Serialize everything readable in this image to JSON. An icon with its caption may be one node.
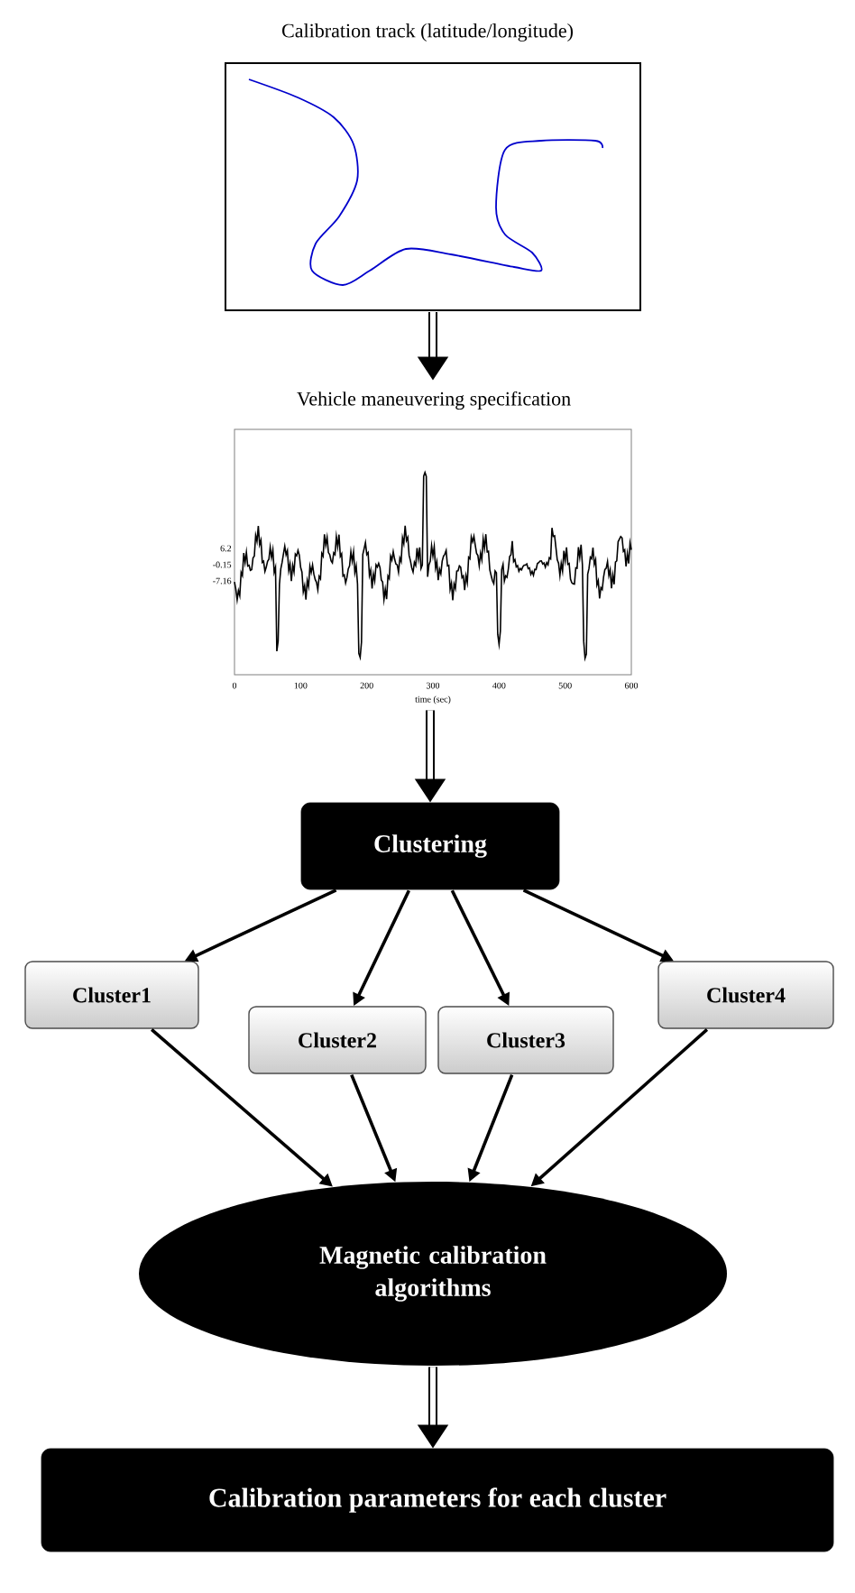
{
  "diagram": {
    "nodes": [
      {
        "text": [
          "Calibration track (latitude/longitude)"
        ]
      },
      {
        "text": [
          "Vehicle maneuvering specification"
        ],
        "beside": [
          "6.2",
          "-0.15",
          "-7.16",
          "0",
          "100",
          "200",
          "300",
          "400",
          "500",
          "600",
          "time (sec)"
        ]
      },
      {
        "text": [
          "Clustering"
        ]
      },
      {
        "text": [
          "Cluster1"
        ]
      },
      {
        "text": [
          "Cluster2"
        ]
      },
      {
        "text": [
          "Cluster3"
        ]
      },
      {
        "text": [
          "Cluster4"
        ]
      },
      {
        "text": [
          "Magnetic calibration algorithms"
        ]
      },
      {
        "text": [
          "Calibration parameters for each cluster"
        ]
      }
    ],
    "edges": [
      {
        "from": 0,
        "to": 1,
        "arrow": "to",
        "style": "thick"
      },
      {
        "from": 1,
        "to": 2,
        "arrow": "to",
        "style": "thick"
      },
      {
        "from": 2,
        "to": 3,
        "arrow": "to"
      },
      {
        "from": 2,
        "to": 4,
        "arrow": "to"
      },
      {
        "from": 2,
        "to": 5,
        "arrow": "to"
      },
      {
        "from": 2,
        "to": 6,
        "arrow": "to"
      },
      {
        "from": 3,
        "to": 7,
        "arrow": "to"
      },
      {
        "from": 4,
        "to": 7,
        "arrow": "to"
      },
      {
        "from": 5,
        "to": 7,
        "arrow": "to"
      },
      {
        "from": 6,
        "to": 7,
        "arrow": "to"
      },
      {
        "from": 7,
        "to": 8,
        "arrow": "to",
        "style": "thick"
      }
    ]
  }
}
